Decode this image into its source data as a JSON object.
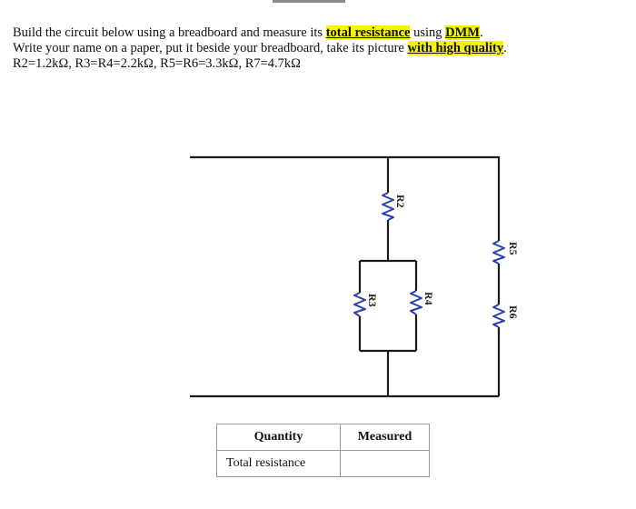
{
  "instructions": {
    "line1_pre": "Build the circuit below using a breadboard and measure its ",
    "line1_hl1": "total resistance",
    "line1_mid": " using ",
    "line1_hl2": "DMM",
    "line1_end": ".",
    "line2_pre": "Write your name on a paper, put it beside your breadboard, take its picture ",
    "line2_hl": "with high quality",
    "line2_end": ".",
    "line3": "R2=1.2kΩ, R3=R4=2.2kΩ, R5=R6=3.3kΩ, R7=4.7kΩ",
    "highlight_color": "#f4f400"
  },
  "circuit": {
    "resistors": [
      {
        "id": "R2",
        "label": "R2"
      },
      {
        "id": "R3",
        "label": "R3"
      },
      {
        "id": "R4",
        "label": "R4"
      },
      {
        "id": "R5",
        "label": "R5"
      },
      {
        "id": "R6",
        "label": "R6"
      }
    ],
    "resistor_color": "#2a3fb0"
  },
  "table": {
    "headers": [
      "Quantity",
      "Measured"
    ],
    "rows": [
      {
        "quantity": "Total resistance",
        "measured": ""
      }
    ]
  }
}
